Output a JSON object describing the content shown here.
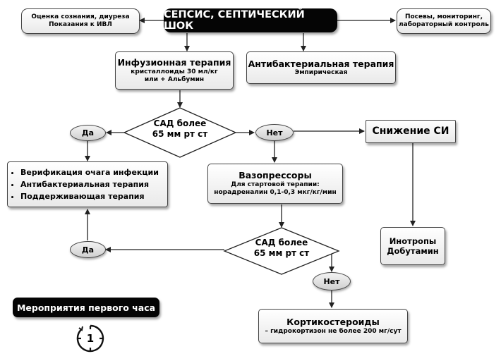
{
  "title": "СЕПСИС, СЕПТИЧЕСКИЙ ШОК",
  "assessment": {
    "line1": "Оценка сознания, диуреза",
    "line2": "Показания к ИВЛ"
  },
  "monitoring": {
    "line1": "Посевы, мониторинг,",
    "line2": "лабораторный контроль"
  },
  "infusion": {
    "heading": "Инфузионная терапия",
    "line1": "кристаллоиды 30 мл/кг",
    "line2": "или + Альбумин"
  },
  "antibacterial": {
    "heading": "Антибактериальная терапия",
    "sub": "Эмпирическая"
  },
  "decision1": {
    "line1": "САД более",
    "line2": "65 мм рт ст"
  },
  "decision2": {
    "line1": "САД более",
    "line2": "65 мм рт ст"
  },
  "yes1": "Да",
  "no1": "Нет",
  "yes2": "Да",
  "no2": "Нет",
  "reduce_si": "Снижение СИ",
  "checklist": [
    "Верификация очага инфекции",
    "Антибактериальная терапия",
    "Поддерживающая терапия"
  ],
  "vasopressors": {
    "heading": "Вазопрессоры",
    "line1": "Для стартовой терапии:",
    "line2": "норадреналин 0,1-0,3 мкг/кг/мин"
  },
  "inotropes": {
    "line1": "Инотропы",
    "line2": "Добутамин"
  },
  "corticosteroids": {
    "heading": "Кортикостероиды",
    "line1": "– гидрокортизон не более 200 мг/сут"
  },
  "first_hour": "Мероприятия первого часа",
  "clock_number": "1",
  "colors": {
    "dark_box": "#050505",
    "box_border": "#444444",
    "arrow": "#222222"
  }
}
